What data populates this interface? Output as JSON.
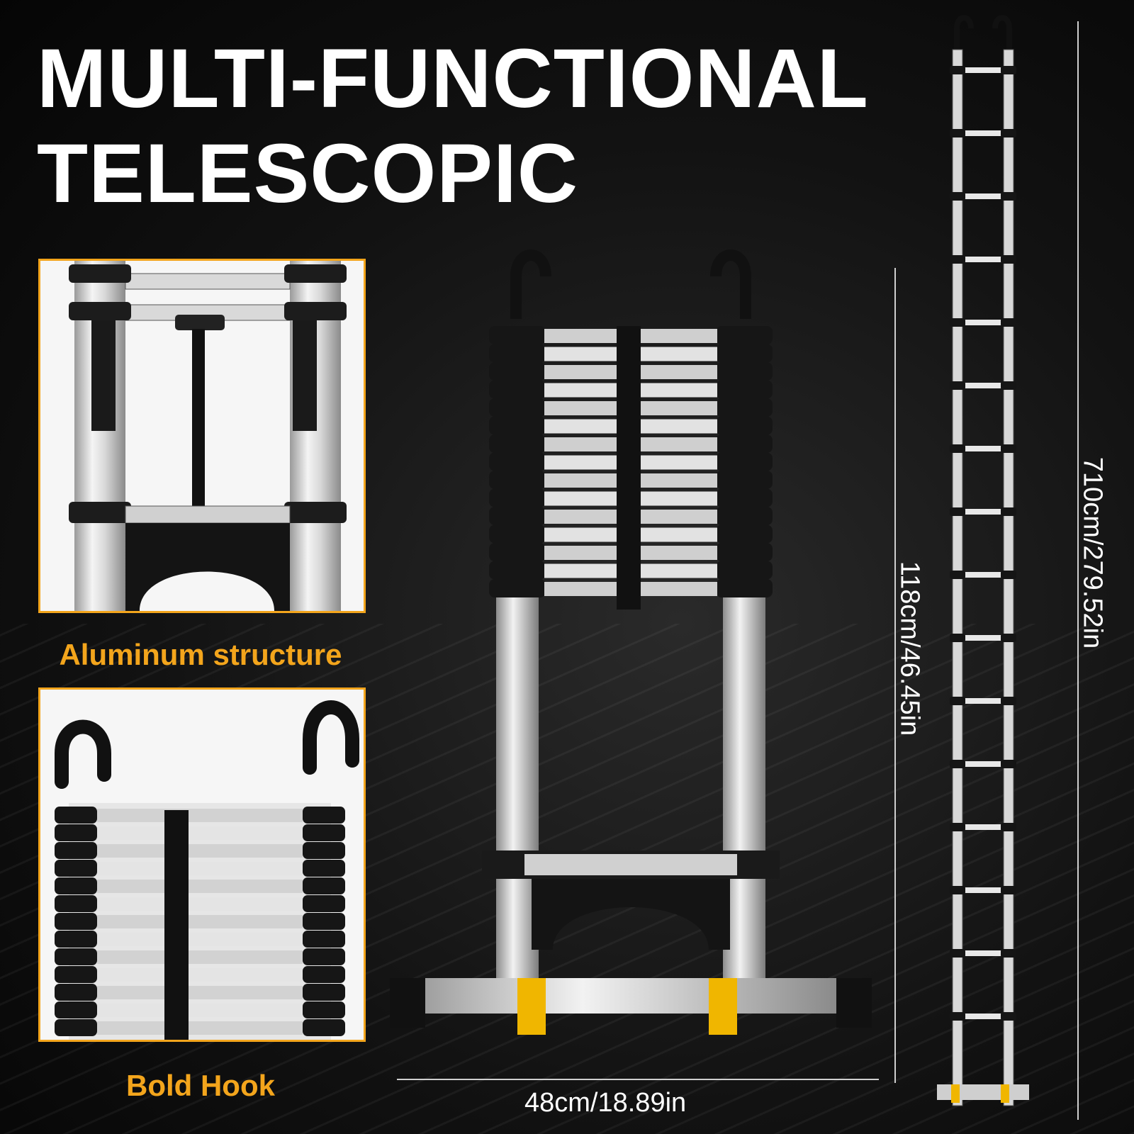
{
  "headline": {
    "line1": "MULTI-FUNCTIONAL",
    "line2": "TELESCOPIC"
  },
  "features": [
    {
      "caption": "Aluminum structure"
    },
    {
      "caption": "Bold Hook"
    }
  ],
  "dimensions": {
    "folded_width": "48cm/18.89in",
    "folded_height": "118cm/46.45in",
    "extended_height": "710cm/279.52in"
  },
  "colors": {
    "accent": "#f3a51c",
    "background": "#0e0e0e",
    "text": "#ffffff"
  }
}
